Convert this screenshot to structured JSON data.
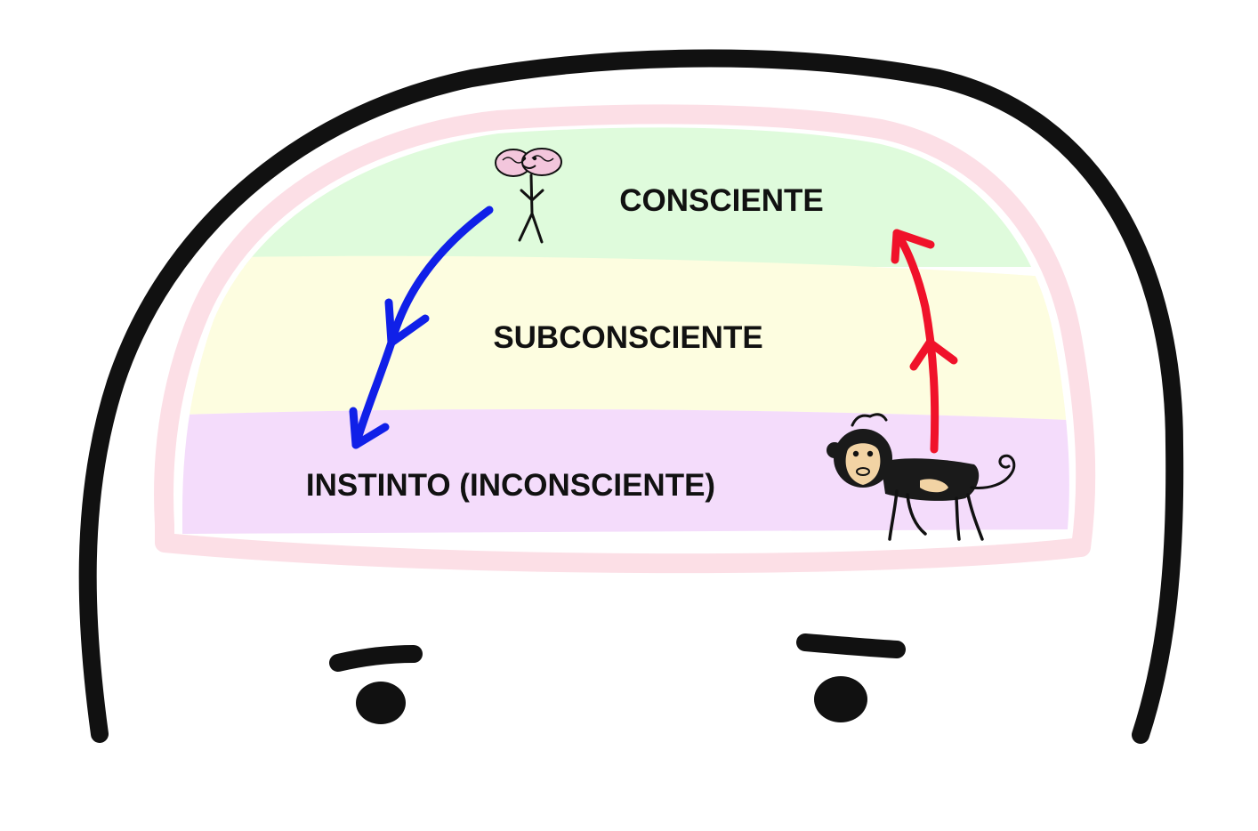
{
  "layers": [
    {
      "id": "conscious",
      "label": "CONSCIENTE",
      "color": "#dffbdc"
    },
    {
      "id": "subconscious",
      "label": "SUBCONSCIENTE",
      "color": "#fdfde0"
    },
    {
      "id": "instinct",
      "label": "INSTINTO (INCONSCIENTE)",
      "color": "#f4dcfb"
    }
  ],
  "colors": {
    "outline": "#111111",
    "pink_border": "#fcdfe6",
    "brain": "#f3c6dc",
    "downward_arrow": "#1020e8",
    "upward_arrow": "#f0122a",
    "monkey_body": "#1a1a1a",
    "monkey_face": "#f2d3a4"
  },
  "flows": [
    {
      "id": "down",
      "from": "conscious",
      "to": "instinct",
      "color_key": "downward_arrow"
    },
    {
      "id": "up",
      "from": "instinct",
      "to": "conscious",
      "color_key": "upward_arrow"
    }
  ],
  "figures": {
    "conscious": "brain-stick-figure-icon",
    "instinct": "monkey-icon"
  }
}
